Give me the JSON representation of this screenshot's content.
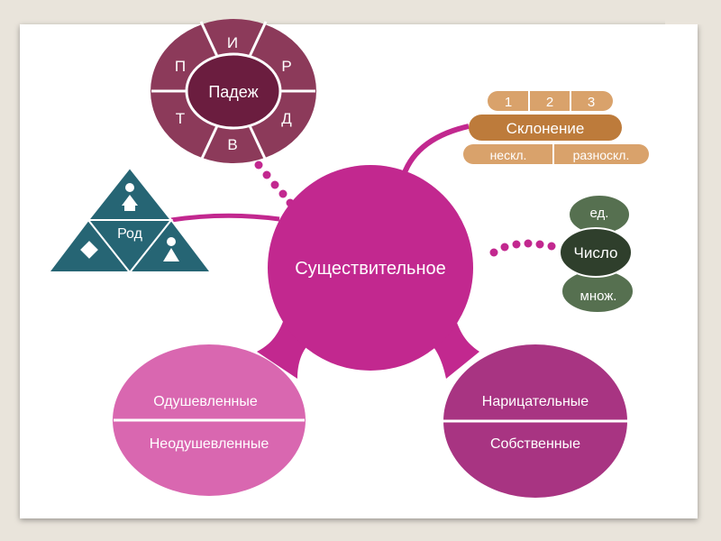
{
  "center": {
    "label": "Существительное",
    "color": "#c2288f"
  },
  "padezh": {
    "label": "Падеж",
    "letters": [
      "И",
      "Р",
      "Д",
      "В",
      "Т",
      "П"
    ],
    "outer_color": "#8c3a5a",
    "inner_color": "#6b1d3f"
  },
  "rod": {
    "label": "Род",
    "color": "#266574"
  },
  "sklonenie": {
    "numbers": [
      "1",
      "2",
      "3"
    ],
    "label": "Склонение",
    "sub": [
      "нескл.",
      "разноскл."
    ],
    "light_color": "#d9a26b",
    "dark_color": "#bd7b3b"
  },
  "chislo": {
    "top": "ед.",
    "middle": "Число",
    "bottom": "множ.",
    "color_light": "#567050",
    "color_dark": "#2f3f2c"
  },
  "animate": {
    "top": "Одушевленные",
    "bottom": "Неодушевленные",
    "color": "#d967b0"
  },
  "common": {
    "top": "Нарицательные",
    "bottom": "Собственные",
    "color": "#a83482"
  }
}
